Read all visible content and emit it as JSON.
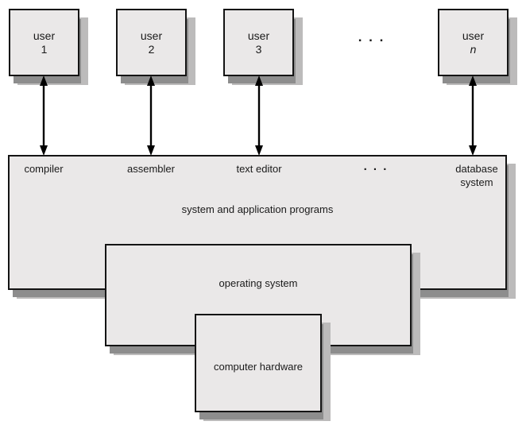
{
  "figure": {
    "users": [
      {
        "line1": "user",
        "line2": "1"
      },
      {
        "line1": "user",
        "line2": "2"
      },
      {
        "line1": "user",
        "line2": "3"
      },
      {
        "line1": "user",
        "line2": "n"
      }
    ],
    "top_ellipsis": ". . .",
    "programs": {
      "compiler": "compiler",
      "assembler": "assembler",
      "text_editor": "text editor",
      "ellipsis": ". . .",
      "database_line1": "database",
      "database_line2": "system"
    },
    "band_label": "system and application programs",
    "os_label": "operating system",
    "hardware_label": "computer hardware",
    "colors": {
      "background": "#ffffff",
      "box_fill": "#eae8e8",
      "border": "#141414",
      "shadow_light": "#bcbbbb",
      "shadow_dark": "#8d8d8d",
      "arrow": "#000000",
      "text": "#1a1a1a"
    }
  }
}
